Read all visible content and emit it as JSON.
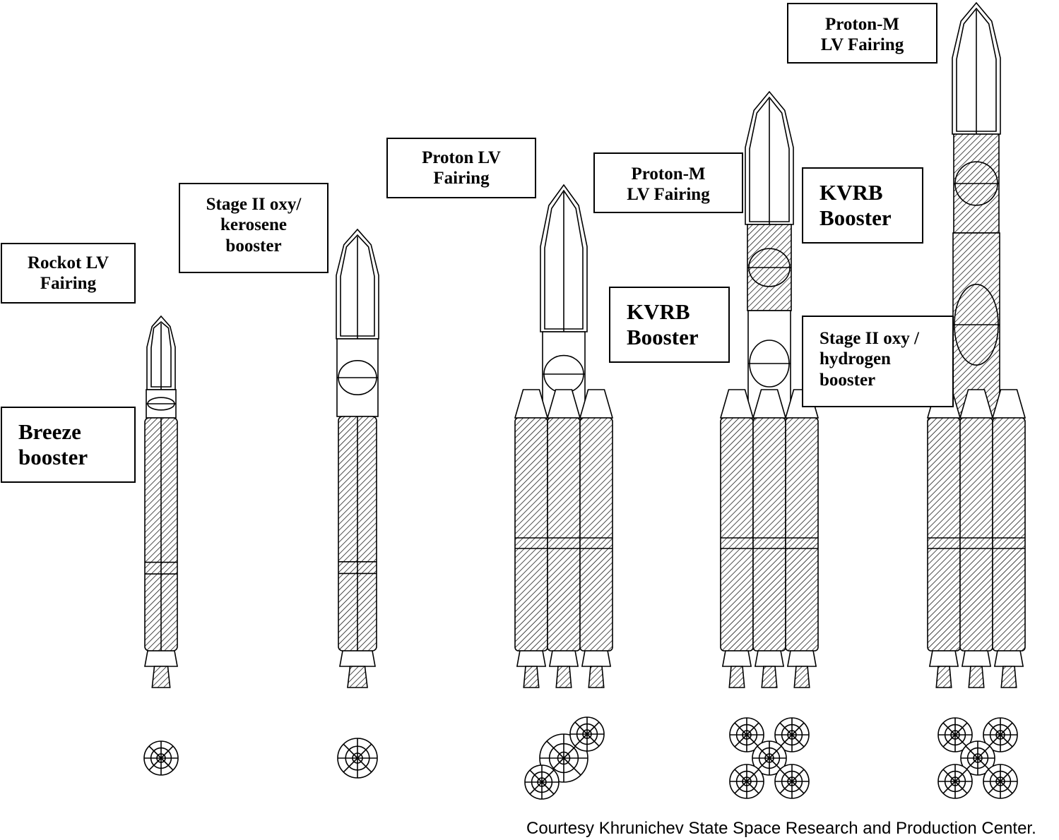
{
  "labels": {
    "rockot_fairing": [
      "Rockot LV",
      "Fairing"
    ],
    "breeze_booster": [
      "Breeze",
      "booster"
    ],
    "stage2_oxy_kerosene": [
      "Stage II oxy/",
      "kerosene",
      "booster"
    ],
    "proton_fairing": [
      "Proton LV",
      "Fairing"
    ],
    "kvrb_booster_a": [
      "KVRB",
      "Booster"
    ],
    "protonm_fairing_a": [
      "Proton-M",
      "LV Fairing"
    ],
    "kvrb_booster_b": [
      "KVRB",
      "Booster"
    ],
    "stage2_oxy_hydrogen": [
      "Stage II oxy /",
      "hydrogen",
      "booster"
    ],
    "protonm_fairing_b": [
      "Proton-M",
      "LV Fairing"
    ]
  },
  "credit": "Courtesy Khrunichev State Space Research and Production Center."
}
